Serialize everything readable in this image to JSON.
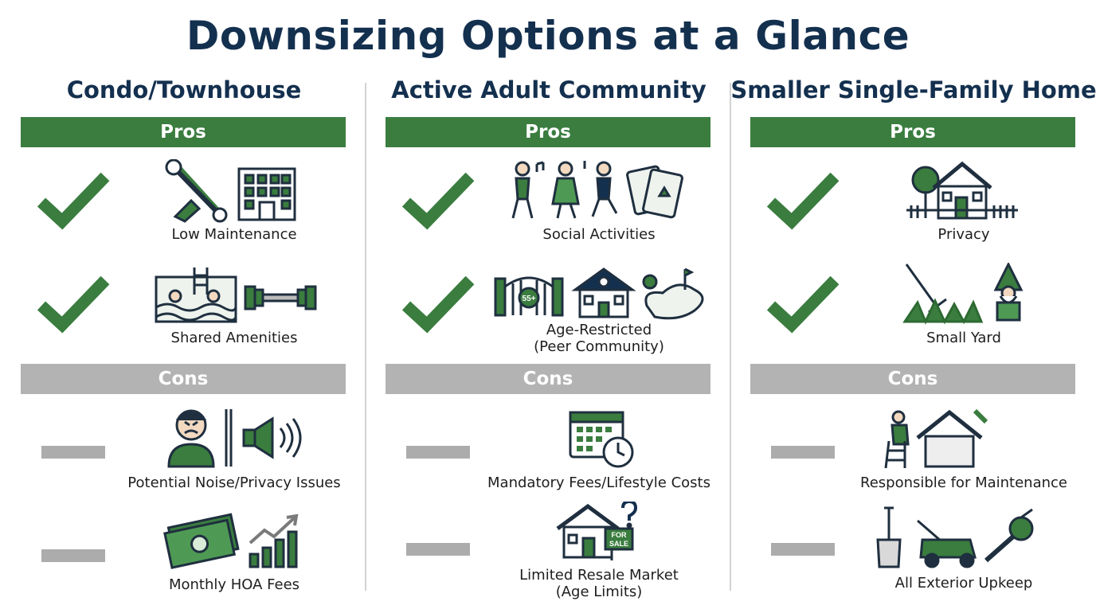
{
  "title": "Downsizing Options at a Glance",
  "colors": {
    "navy": "#14304f",
    "green": "#3a7d3f",
    "gray": "#b3b3b3"
  },
  "columns": [
    {
      "heading": "Condo/Townhouse",
      "pros_label": "Pros",
      "cons_label": "Cons",
      "pros": [
        {
          "label": "Low Maintenance",
          "icons": [
            "wrench-broom-icon",
            "apartment-building-icon"
          ]
        },
        {
          "label": "Shared Amenities",
          "icons": [
            "swimming-pool-icon",
            "dumbbell-icon"
          ]
        }
      ],
      "cons": [
        {
          "label": "Potential Noise/Privacy Issues",
          "icons": [
            "annoyed-person-icon",
            "speaker-noise-icon"
          ]
        },
        {
          "label": "Monthly HOA Fees",
          "icons": [
            "money-stack-icon",
            "rising-chart-icon"
          ]
        }
      ]
    },
    {
      "heading": "Active Adult Community",
      "pros_label": "Pros",
      "cons_label": "Cons",
      "pros": [
        {
          "label": "Social Activities",
          "icons": [
            "dancing-seniors-icon",
            "playing-cards-icon"
          ]
        },
        {
          "label": "Age-Restricted",
          "label2": "(Peer Community)",
          "gate_text": "55+",
          "icons": [
            "gate-55-icon",
            "clubhouse-icon",
            "golf-course-icon"
          ]
        }
      ],
      "cons": [
        {
          "label": "Mandatory Fees/Lifestyle Costs",
          "icons": [
            "calendar-clock-icon"
          ]
        },
        {
          "label": "Limited Resale Market",
          "label2": "(Age Limits)",
          "sign_line1": "FOR",
          "sign_line2": "SALE",
          "icons": [
            "house-for-sale-icon"
          ]
        }
      ]
    },
    {
      "heading": "Smaller Single-Family Home",
      "pros_label": "Pros",
      "cons_label": "Cons",
      "pros": [
        {
          "label": "Privacy",
          "icons": [
            "house-fence-tree-icon"
          ]
        },
        {
          "label": "Small Yard",
          "icons": [
            "rake-grass-icon",
            "garden-gnome-icon"
          ]
        }
      ],
      "cons": [
        {
          "label": "Responsible for Maintenance",
          "icons": [
            "roof-repair-icon"
          ]
        },
        {
          "label": "All Exterior Upkeep",
          "icons": [
            "shovel-mower-blower-icon"
          ]
        }
      ]
    }
  ]
}
